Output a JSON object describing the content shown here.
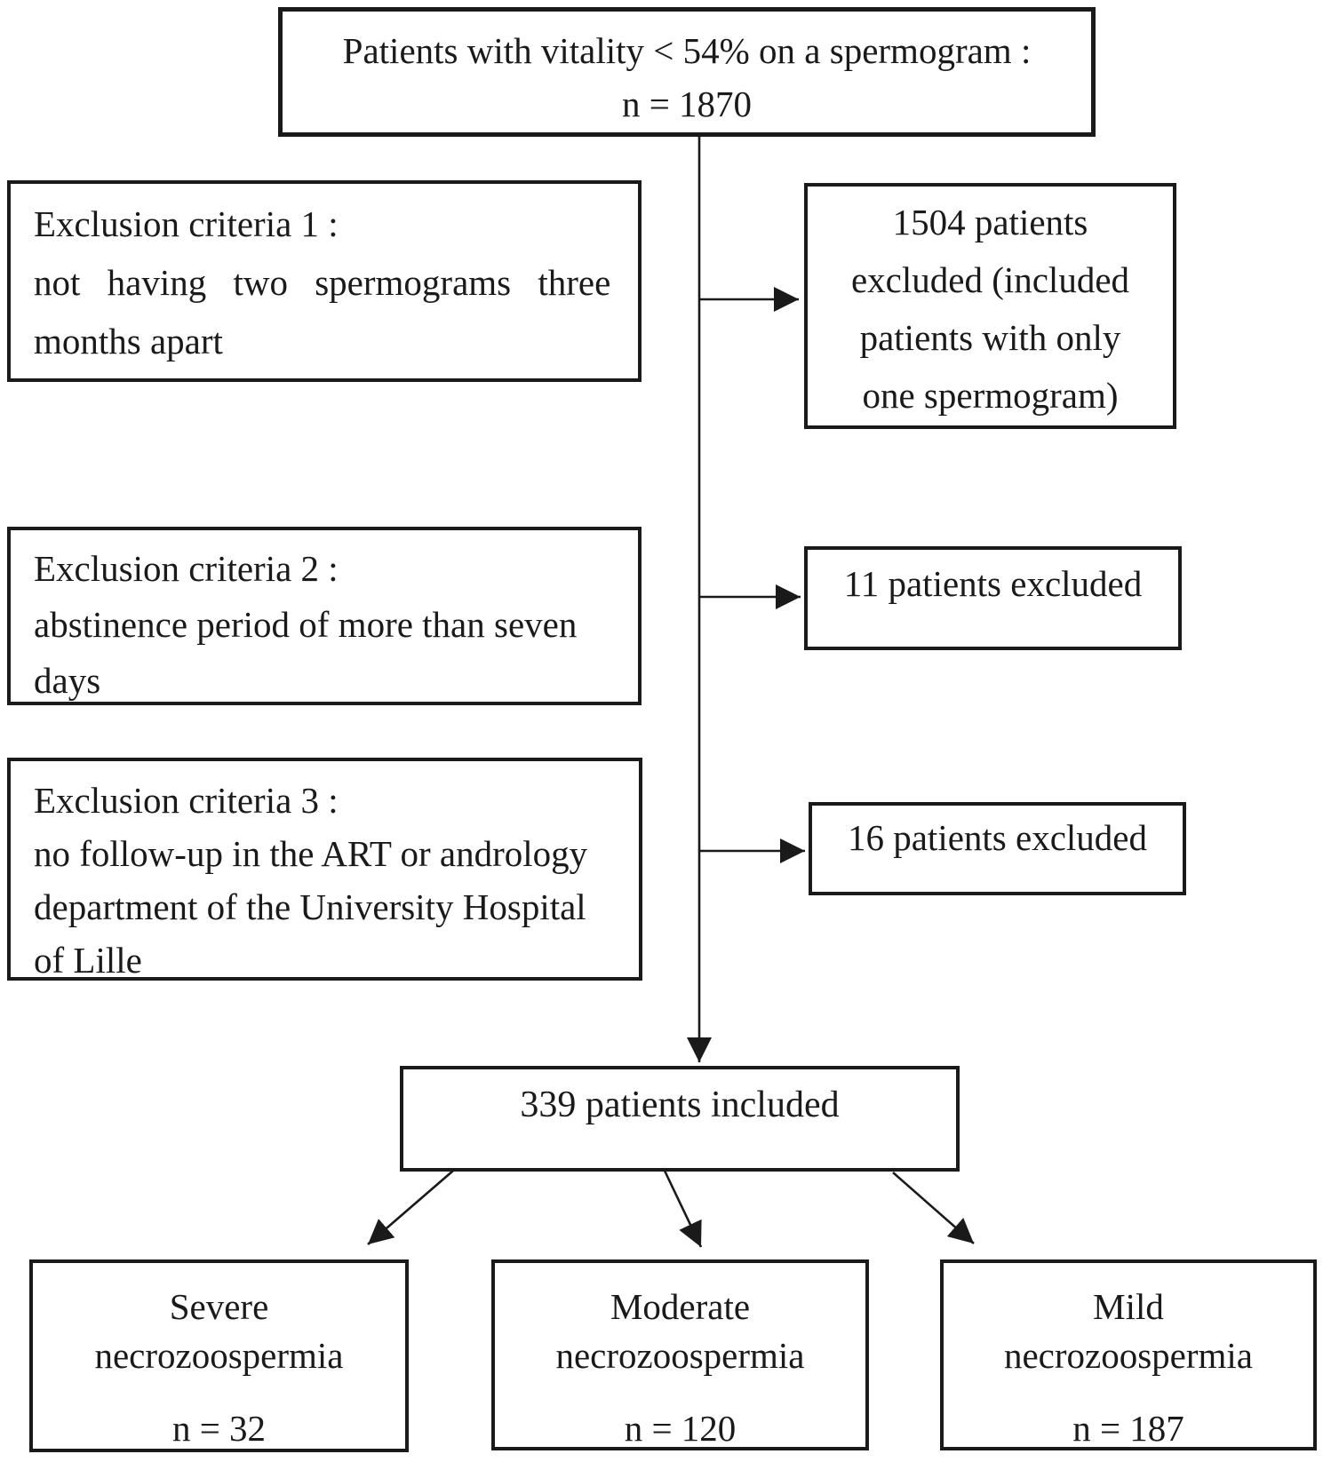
{
  "diagram": {
    "top_box": {
      "line1": "Patients with vitality < 54% on a spermogram :",
      "line2": "n = 1870"
    },
    "exclusion1": {
      "title": "Exclusion criteria 1 :",
      "line1": "not having two spermograms three",
      "line2": "months apart"
    },
    "excluded1": {
      "line1": "1504 patients",
      "line2": "excluded (included",
      "line3": "patients with only",
      "line4": "one spermogram)"
    },
    "exclusion2": {
      "title": "Exclusion criteria 2 :",
      "line1": "abstinence period of more than seven",
      "line2": "days"
    },
    "excluded2": {
      "text": "11 patients excluded"
    },
    "exclusion3": {
      "title": "Exclusion criteria 3 :",
      "line1": "no follow-up in the ART or andrology",
      "line2": "department of the University Hospital",
      "line3": "of Lille"
    },
    "excluded3": {
      "text": "16 patients excluded"
    },
    "included_box": {
      "text": "339 patients included"
    },
    "outcomes": {
      "severe": {
        "line1": "Severe",
        "line2": "necrozoospermia",
        "count": "n = 32"
      },
      "moderate": {
        "line1": "Moderate",
        "line2": "necrozoospermia",
        "count": "n = 120"
      },
      "mild": {
        "line1": "Mild",
        "line2": "necrozoospermia",
        "count": "n = 187"
      }
    },
    "colors": {
      "border": "#1a1a1a",
      "text": "#1a1a1a",
      "background": "#ffffff"
    }
  }
}
